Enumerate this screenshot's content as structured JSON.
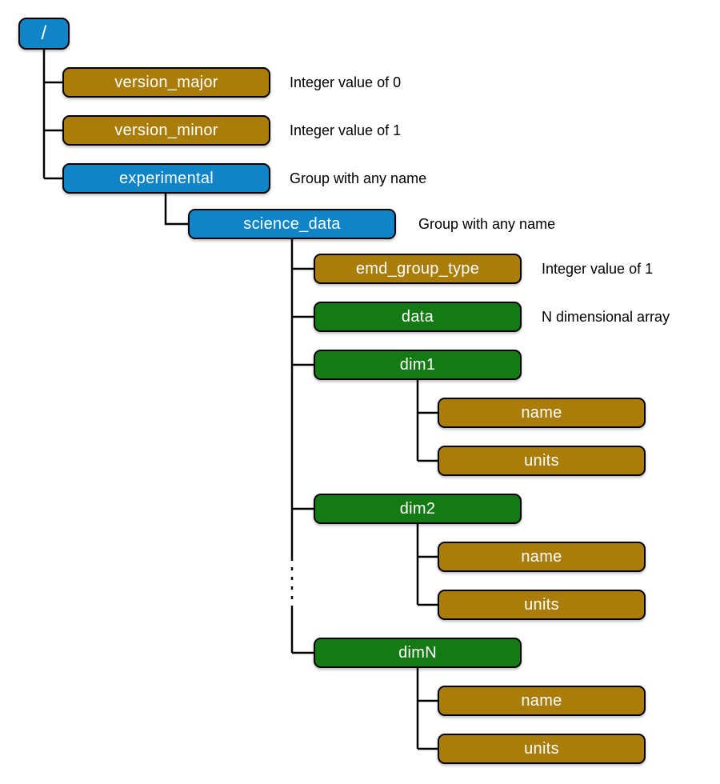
{
  "colors": {
    "group_blue": "#0F85C8",
    "attribute_gold": "#AA7D0A",
    "dataset_green": "#147A14",
    "node_text": "#FFFFFF",
    "annotation_text": "#000000",
    "line_color": "#000000"
  },
  "nodes": {
    "root": {
      "label": "/"
    },
    "version_major": {
      "label": "version_major",
      "annotation": "Integer value of 0"
    },
    "version_minor": {
      "label": "version_minor",
      "annotation": "Integer value of 1"
    },
    "experimental": {
      "label": "experimental",
      "annotation": "Group with any name"
    },
    "science_data": {
      "label": "science_data",
      "annotation": "Group with any name"
    },
    "emd_group_type": {
      "label": "emd_group_type",
      "annotation": "Integer value of 1"
    },
    "data": {
      "label": "data",
      "annotation": "N dimensional array"
    },
    "dim1": {
      "label": "dim1"
    },
    "dim1_name": {
      "label": "name"
    },
    "dim1_units": {
      "label": "units"
    },
    "dim2": {
      "label": "dim2"
    },
    "dim2_name": {
      "label": "name"
    },
    "dim2_units": {
      "label": "units"
    },
    "dimN": {
      "label": "dimN"
    },
    "dimN_name": {
      "label": "name"
    },
    "dimN_units": {
      "label": "units"
    }
  }
}
